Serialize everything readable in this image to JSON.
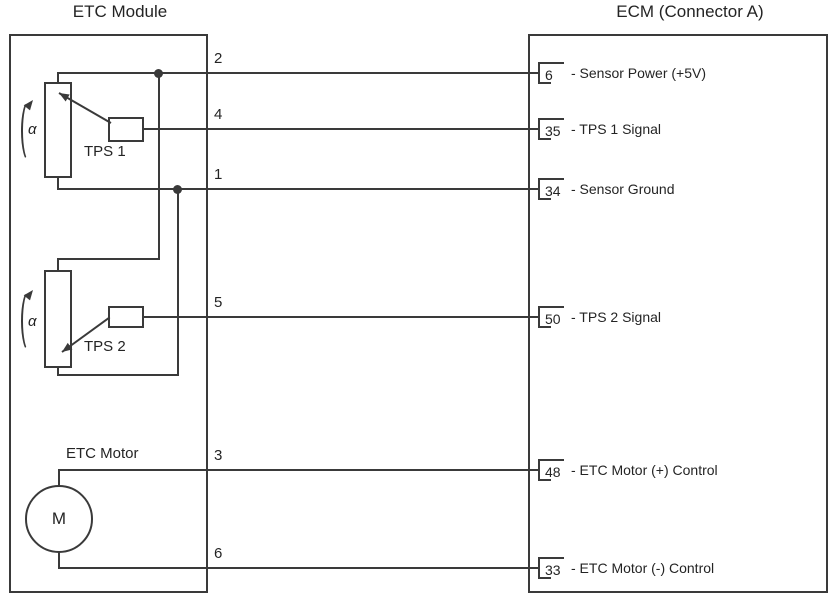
{
  "module": {
    "title": "ETC Module",
    "tps1": {
      "label": "TPS 1",
      "alpha": "α"
    },
    "tps2": {
      "label": "TPS 2",
      "alpha": "α"
    },
    "motor": {
      "label": "ETC Motor",
      "symbol": "M"
    },
    "wire_numbers": [
      {
        "num": "2"
      },
      {
        "num": "4"
      },
      {
        "num": "1"
      },
      {
        "num": "5"
      },
      {
        "num": "3"
      },
      {
        "num": "6"
      }
    ]
  },
  "ecm": {
    "title": "ECM (Connector A)",
    "pins": [
      {
        "number": "6",
        "label": "- Sensor Power (+5V)"
      },
      {
        "number": "35",
        "label": "- TPS 1 Signal"
      },
      {
        "number": "34",
        "label": "- Sensor Ground"
      },
      {
        "number": "50",
        "label": "- TPS 2 Signal"
      },
      {
        "number": "48",
        "label": "- ETC Motor (+) Control"
      },
      {
        "number": "33",
        "label": "- ETC Motor (-) Control"
      }
    ]
  },
  "connections": [
    {
      "module_pin": "2",
      "ecm_pin": "6",
      "signal": "Sensor Power (+5V)"
    },
    {
      "module_pin": "4",
      "ecm_pin": "35",
      "signal": "TPS 1 Signal"
    },
    {
      "module_pin": "1",
      "ecm_pin": "34",
      "signal": "Sensor Ground"
    },
    {
      "module_pin": "5",
      "ecm_pin": "50",
      "signal": "TPS 2 Signal"
    },
    {
      "module_pin": "3",
      "ecm_pin": "48",
      "signal": "ETC Motor (+) Control"
    },
    {
      "module_pin": "6",
      "ecm_pin": "33",
      "signal": "ETC Motor (-) Control"
    }
  ],
  "colors": {
    "line": "#3a3a3a",
    "text": "#242424",
    "background": "#ffffff"
  }
}
